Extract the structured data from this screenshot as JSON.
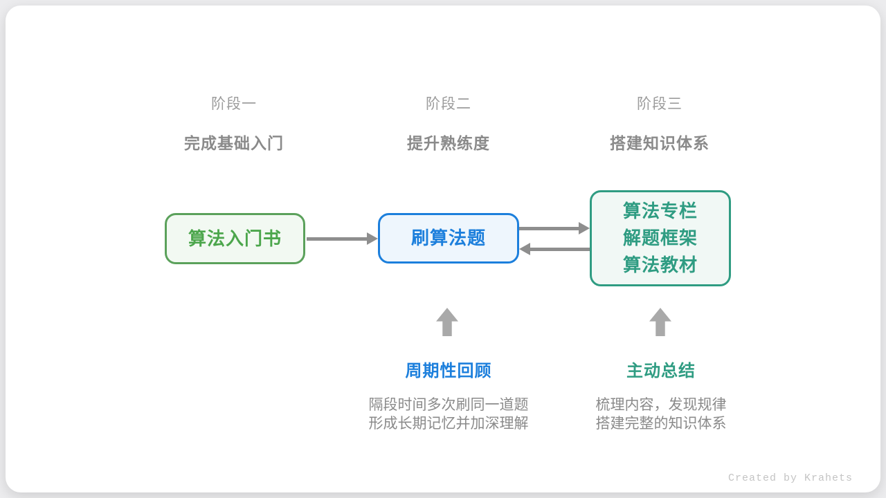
{
  "stages": [
    {
      "label": "阶段一",
      "subtitle": "完成基础入门"
    },
    {
      "label": "阶段二",
      "subtitle": "提升熟练度"
    },
    {
      "label": "阶段三",
      "subtitle": "搭建知识体系"
    }
  ],
  "nodes": [
    {
      "id": "intro",
      "lines": [
        "算法入门书"
      ],
      "border_color": "#5ba15b",
      "fill_color": "#f2f9f2",
      "text_color": "#4ca64c"
    },
    {
      "id": "practice",
      "lines": [
        "刷算法题"
      ],
      "border_color": "#1c7fdc",
      "fill_color": "#eef6fd",
      "text_color": "#1c7fdc"
    },
    {
      "id": "system",
      "lines": [
        "算法专栏",
        "解题框架",
        "算法教材"
      ],
      "border_color": "#2f9c82",
      "fill_color": "#f1f8f5",
      "text_color": "#2f9c82"
    }
  ],
  "annotations": [
    {
      "title": "周期性回顾",
      "title_color": "#1c7fdc",
      "desc_lines": [
        "隔段时间多次刷同一道题",
        "形成长期记忆并加深理解"
      ]
    },
    {
      "title": "主动总结",
      "title_color": "#2f9c82",
      "desc_lines": [
        "梳理内容，发现规律",
        "搭建完整的知识体系"
      ]
    }
  ],
  "footer": {
    "credit": "Created by Krahets"
  },
  "colors": {
    "arrow": "#8e8e8e",
    "up_arrow": "#a9a9a9",
    "stage_label": "#9c9c9c",
    "stage_subtitle": "#8a8a8a",
    "description_text": "#8a8a8a",
    "credit_text": "#c4c4c4",
    "card_background": "#ffffff",
    "page_background": "#ececee"
  }
}
